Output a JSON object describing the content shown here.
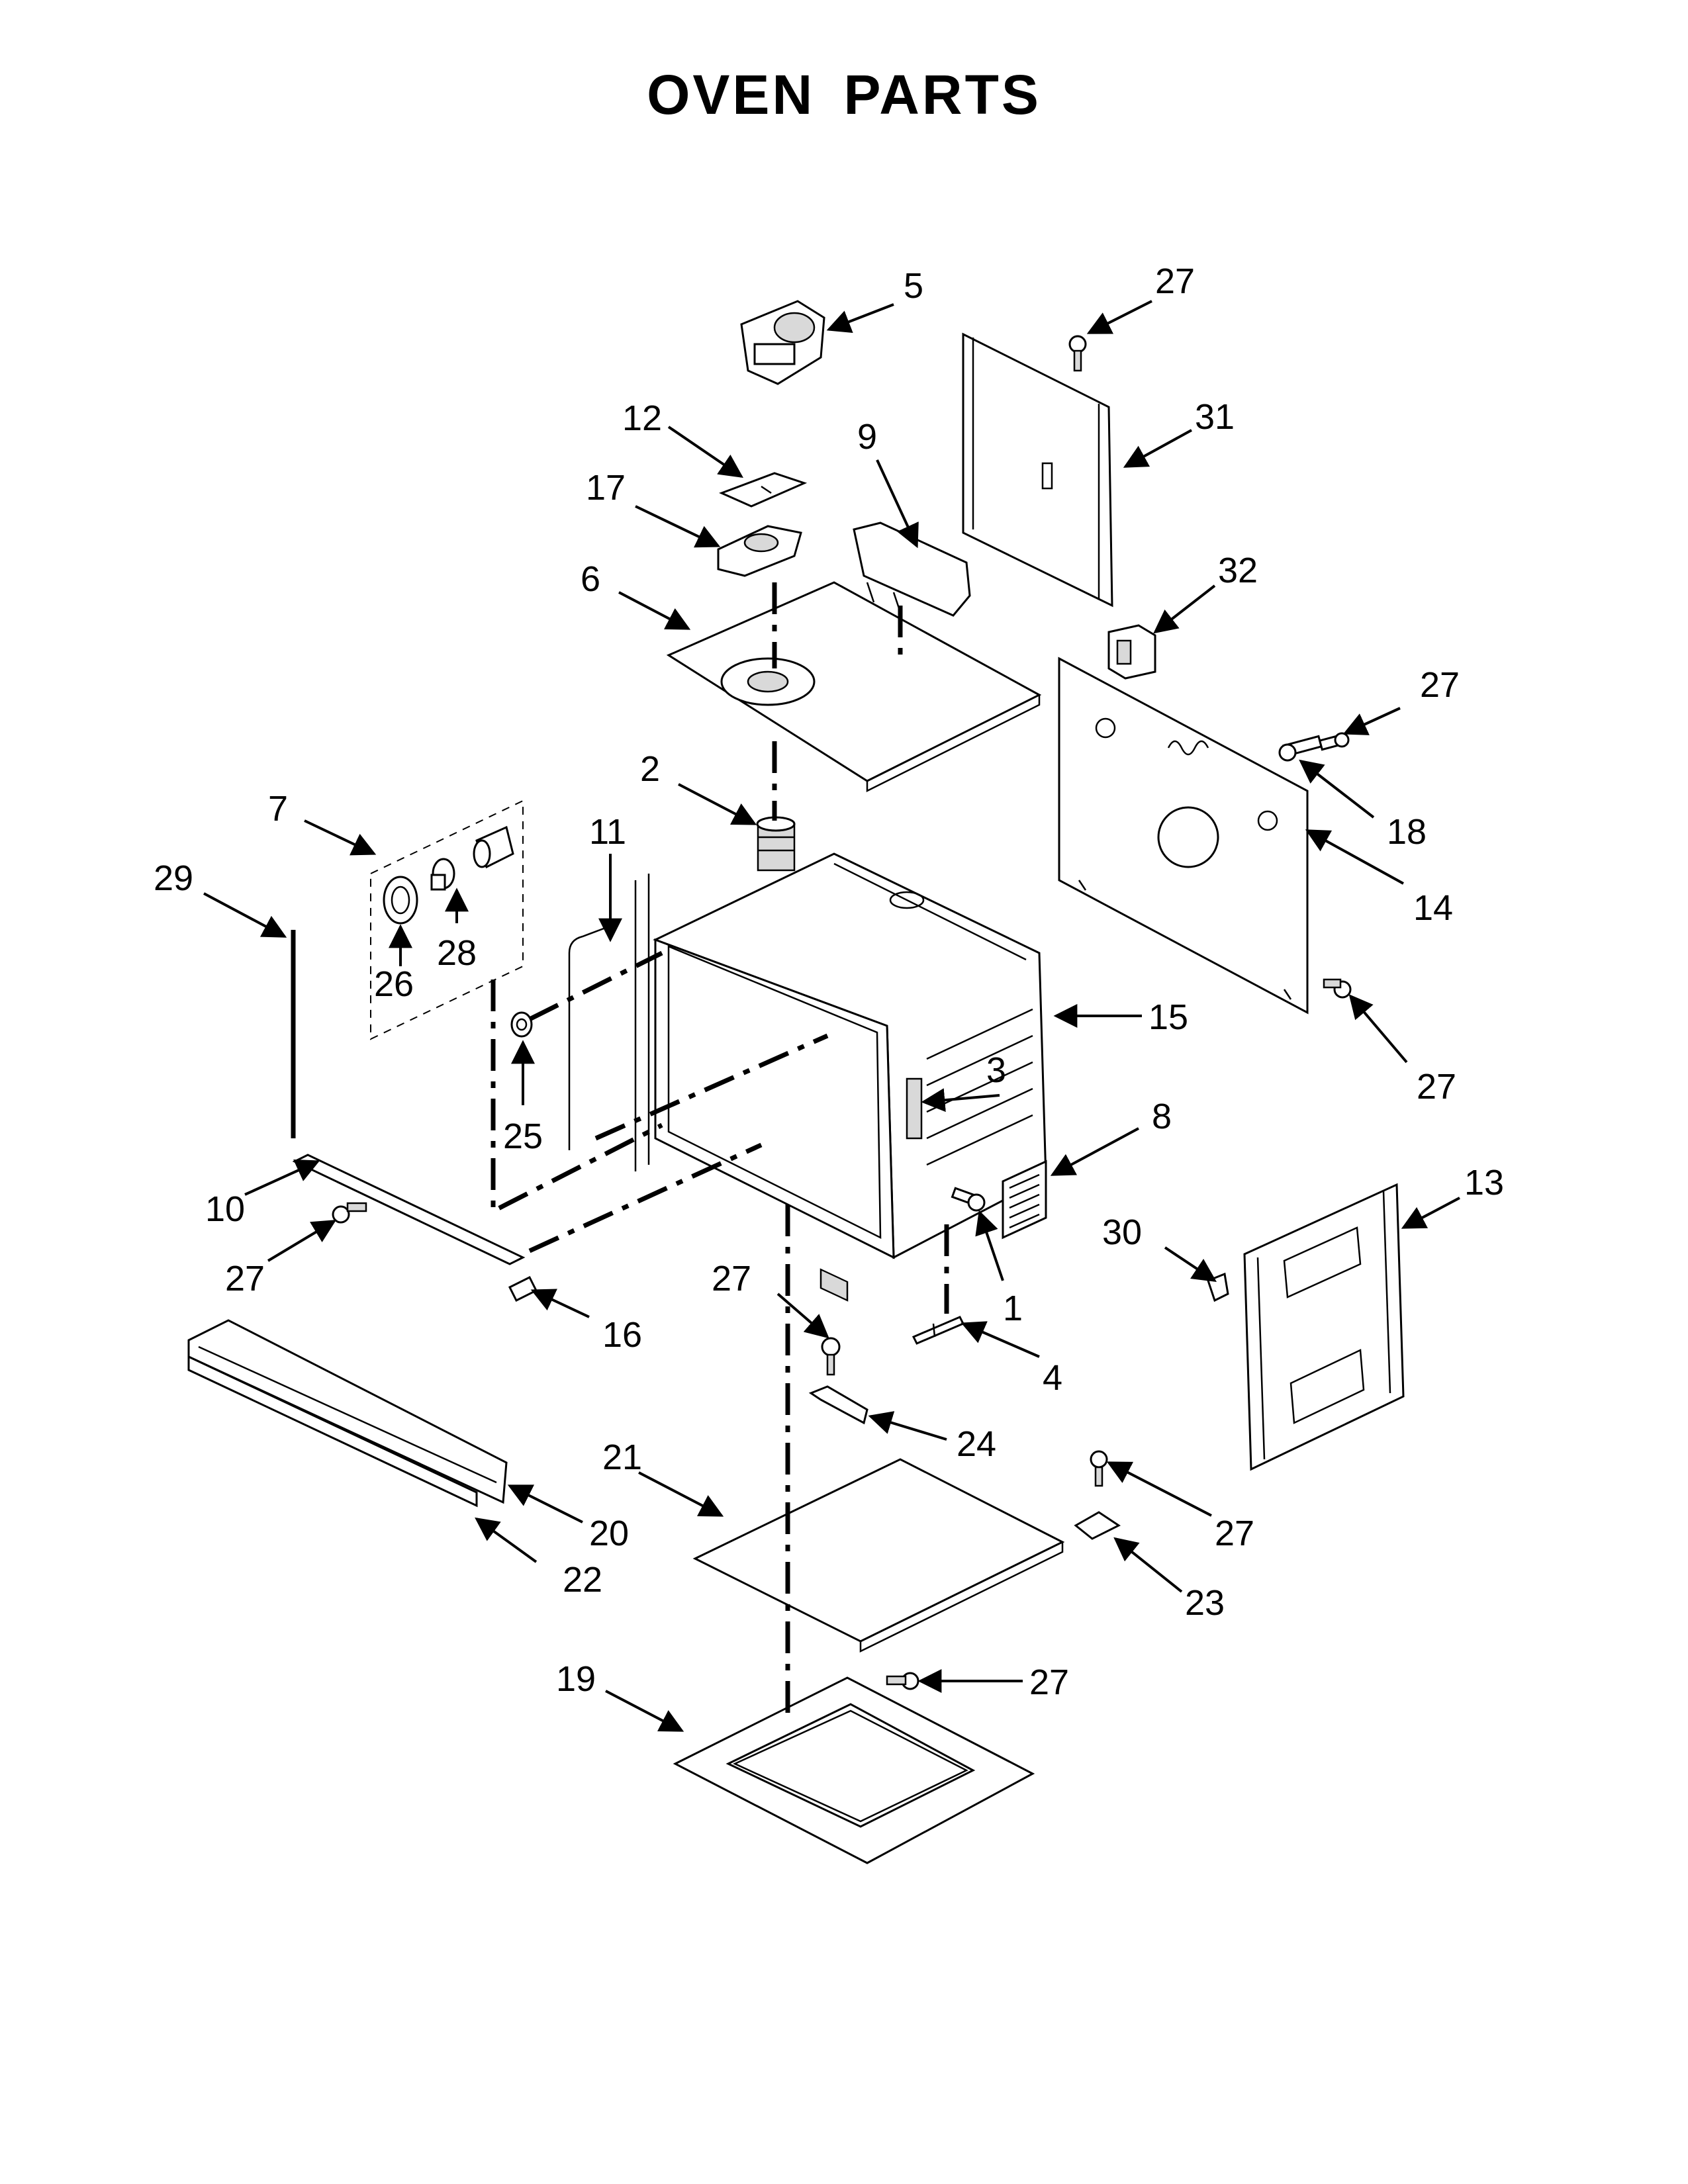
{
  "title": "OVEN PARTS",
  "callouts": [
    "5",
    "27",
    "31",
    "12",
    "9",
    "17",
    "32",
    "6",
    "27",
    "18",
    "2",
    "14",
    "7",
    "11",
    "29",
    "28",
    "26",
    "15",
    "27",
    "25",
    "3",
    "8",
    "10",
    "13",
    "30",
    "27",
    "1",
    "16",
    "27",
    "4",
    "24",
    "21",
    "27",
    "20",
    "22",
    "23",
    "19",
    "27"
  ]
}
